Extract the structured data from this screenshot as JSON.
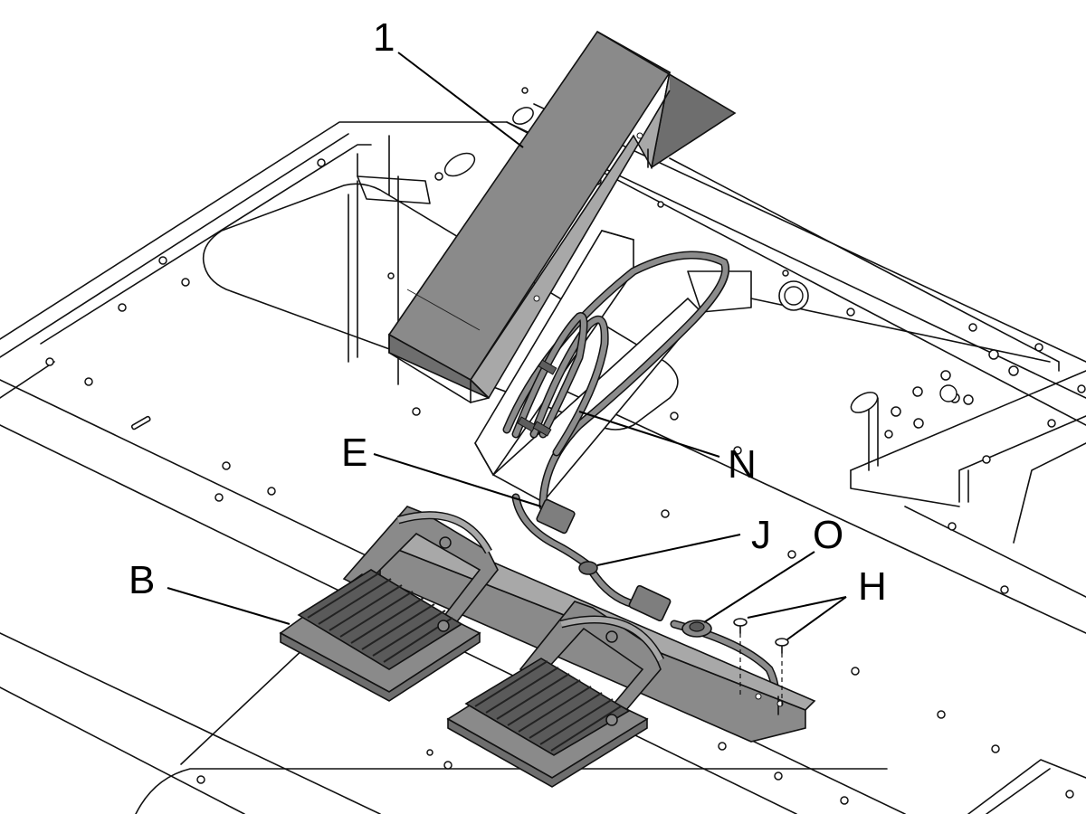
{
  "labels": {
    "part_1": "1",
    "part_E": "E",
    "part_N": "N",
    "part_J": "J",
    "part_O": "O",
    "part_B": "B",
    "part_H": "H"
  },
  "colors": {
    "line": "#111111",
    "cover_dark": "#6e6e6e",
    "cover_mid": "#8a8a8a",
    "cover_light": "#a8a8a8",
    "pad_dark": "#7a7a7a",
    "pad_rib": "#5a5a5a",
    "cable": "#8c8c8c",
    "sheet": "#ffffff"
  }
}
